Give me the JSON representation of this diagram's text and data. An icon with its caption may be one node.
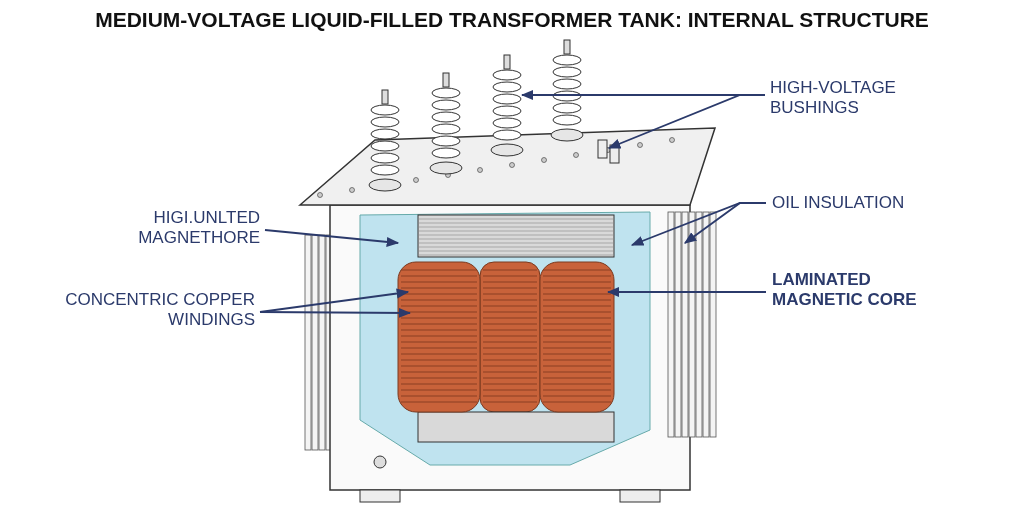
{
  "diagram": {
    "title": "MEDIUM-VOLTAGE LIQUID-FILLED TRANSFORMER TANK: INTERNAL STRUCTURE",
    "nodes": [
      {
        "text": [
          "HIGH-VOLTAGE BUSHINGS"
        ]
      },
      {
        "text": [],
        "shape": "picture"
      },
      {
        "text": [],
        "shape": "picture"
      },
      {
        "text": [
          "HIGI.UNLTED MAGNETHORE"
        ]
      },
      {
        "text": [],
        "shape": "picture"
      },
      {
        "text": [
          "OIL INSULATION"
        ]
      },
      {
        "text": [],
        "shape": "picture"
      },
      {
        "text": [
          "CONCENTRIC COPPER WINDINGS"
        ]
      },
      {
        "text": [],
        "shape": "picture",
        "in": 4
      },
      {
        "text": [
          "LAMINATED MAGNETIC CORE"
        ]
      },
      {
        "text": [],
        "shape": "picture",
        "in": 4
      }
    ],
    "edges": [
      {
        "from": 0,
        "to": 1,
        "arrow": "to"
      },
      {
        "from": 0,
        "to": 2,
        "arrow": "to"
      },
      {
        "from": 3,
        "to": 4,
        "arrow": "to"
      },
      {
        "from": 5,
        "to": 4,
        "arrow": "to"
      },
      {
        "from": 5,
        "to": 6,
        "arrow": "to"
      },
      {
        "from": 7,
        "to": 8,
        "arrow": "to"
      },
      {
        "from": 7,
        "to": 8,
        "arrow": "to"
      },
      {
        "from": 9,
        "to": 10,
        "arrow": "to"
      }
    ]
  }
}
